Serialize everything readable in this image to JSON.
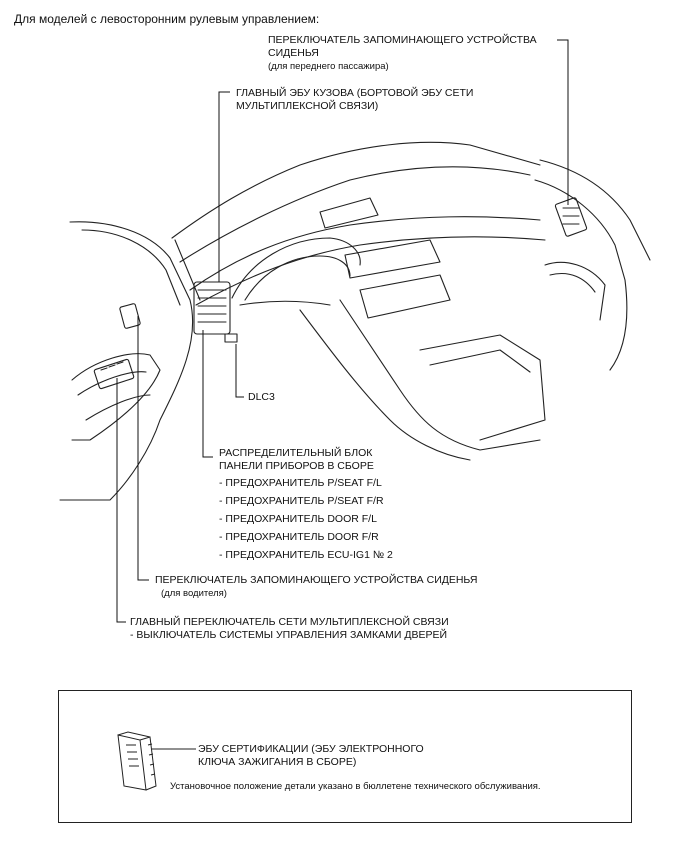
{
  "header": "Для моделей с левосторонним рулевым управлением:",
  "labels": {
    "passenger_memory_switch": {
      "line1": "ПЕРЕКЛЮЧАТЕЛЬ ЗАПОМИНАЮЩЕГО УСТРОЙСТВА",
      "line2": "СИДЕНЬЯ",
      "note": "(для переднего пассажира)"
    },
    "main_body_ecu": {
      "line1": "ГЛАВНЫЙ ЭБУ КУЗОВА (БОРТОВОЙ ЭБУ СЕТИ",
      "line2": "МУЛЬТИПЛЕКСНОЙ СВЯЗИ)"
    },
    "dlc3": "DLC3",
    "junction_block": {
      "line1": "РАСПРЕДЕЛИТЕЛЬНЫЙ БЛОК",
      "line2": "ПАНЕЛИ ПРИБОРОВ В СБОРЕ",
      "fuses": [
        "- ПРЕДОХРАНИТЕЛЬ P/SEAT F/L",
        "- ПРЕДОХРАНИТЕЛЬ P/SEAT F/R",
        "- ПРЕДОХРАНИТЕЛЬ DOOR F/L",
        "- ПРЕДОХРАНИТЕЛЬ DOOR F/R",
        "- ПРЕДОХРАНИТЕЛЬ ECU-IG1 № 2"
      ]
    },
    "driver_memory_switch": {
      "line1": "ПЕРЕКЛЮЧАТЕЛЬ ЗАПОМИНАЮЩЕГО УСТРОЙСТВА СИДЕНЬЯ",
      "note": "(для водителя)"
    },
    "multiplex_master_switch": {
      "line1": "ГЛАВНЫЙ ПЕРЕКЛЮЧАТЕЛЬ СЕТИ МУЛЬТИПЛЕКСНОЙ СВЯЗИ",
      "line2": "- ВЫКЛЮЧАТЕЛЬ СИСТЕМЫ УПРАВЛЕНИЯ ЗАМКАМИ ДВЕРЕЙ"
    }
  },
  "box": {
    "ecu_label_line1": "ЭБУ СЕРТИФИКАЦИИ (ЭБУ ЭЛЕКТРОННОГО",
    "ecu_label_line2": "КЛЮЧА ЗАЖИГАНИЯ В СБОРЕ)",
    "note": "Установочное положение детали указано в бюллетене технического обслуживания."
  }
}
